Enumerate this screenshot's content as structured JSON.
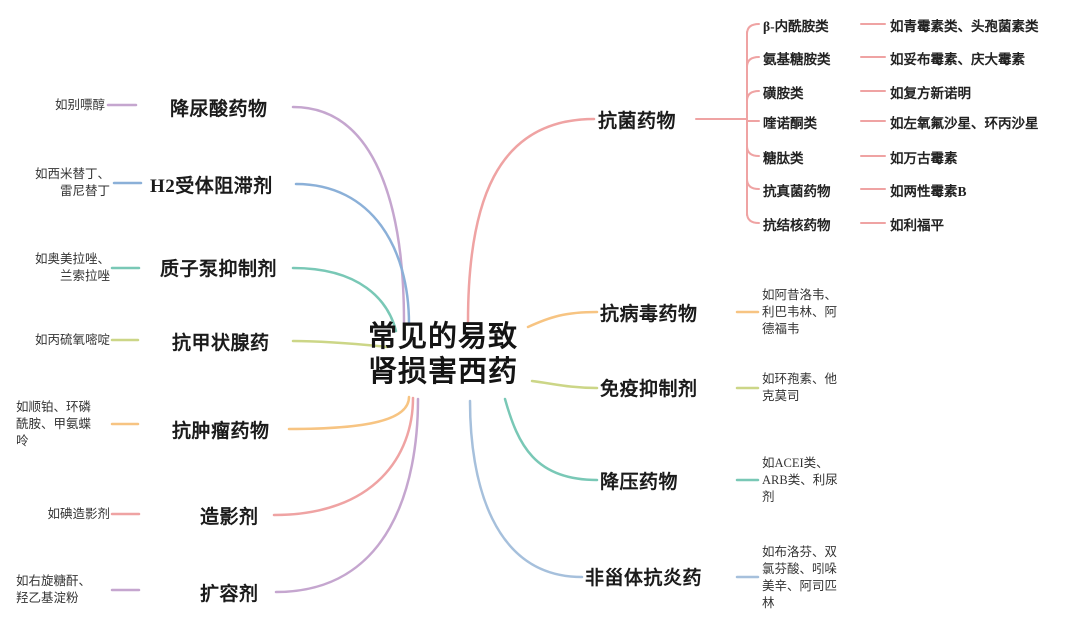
{
  "title": "常见的易致\n肾损害西药",
  "colors": {
    "purple": "#c5a6cf",
    "blue": "#8bb0d8",
    "teal": "#79c8b6",
    "yellow_green": "#ccd687",
    "orange": "#f7c482",
    "salmon": "#efa3a3",
    "blue_light": "#a6c0dc"
  },
  "left_branches": [
    {
      "label": "降尿酸药物",
      "leaf": "如别嘌醇",
      "color": "#c5a6cf"
    },
    {
      "label": "H2受体阻滞剂",
      "leaf": "如西米替丁、\n雷尼替丁",
      "color": "#8bb0d8"
    },
    {
      "label": "质子泵抑制剂",
      "leaf": "如奥美拉唑、\n兰索拉唑",
      "color": "#79c8b6"
    },
    {
      "label": "抗甲状腺药",
      "leaf": "如丙硫氧嘧啶",
      "color": "#ccd687"
    },
    {
      "label": "抗肿瘤药物",
      "leaf": "如顺铂、环磷\n酰胺、甲氨蝶\n呤",
      "color": "#f7c482"
    },
    {
      "label": "造影剂",
      "leaf": "如碘造影剂",
      "color": "#efa3a3"
    },
    {
      "label": "扩容剂",
      "leaf": "如右旋糖酐、\n羟乙基淀粉",
      "color": "#c5a6cf"
    }
  ],
  "right_branches": [
    {
      "label": "抗菌药物",
      "color": "#efa3a3",
      "children": [
        {
          "label": "β-内酰胺类",
          "leaf": "如青霉素类、头孢菌素类"
        },
        {
          "label": "氨基糖胺类",
          "leaf": "如妥布霉素、庆大霉素"
        },
        {
          "label": "磺胺类",
          "leaf": "如复方新诺明"
        },
        {
          "label": "喹诺酮类",
          "leaf": "如左氧氟沙星、环丙沙星"
        },
        {
          "label": "糖肽类",
          "leaf": "如万古霉素"
        },
        {
          "label": "抗真菌药物",
          "leaf": "如两性霉素B"
        },
        {
          "label": "抗结核药物",
          "leaf": "如利福平"
        }
      ]
    },
    {
      "label": "抗病毒药物",
      "leaf": "如阿昔洛韦、\n利巴韦林、阿\n德福韦",
      "color": "#f7c482"
    },
    {
      "label": "免疫抑制剂",
      "leaf": "如环孢素、他\n克莫司",
      "color": "#ccd687"
    },
    {
      "label": "降压药物",
      "leaf": "如ACEI类、\nARB类、利尿\n剂",
      "color": "#79c8b6"
    },
    {
      "label": "非甾体抗炎药",
      "leaf": "如布洛芬、双\n氯芬酸、吲哚\n美辛、阿司匹\n林",
      "color": "#a6c0dc"
    }
  ]
}
